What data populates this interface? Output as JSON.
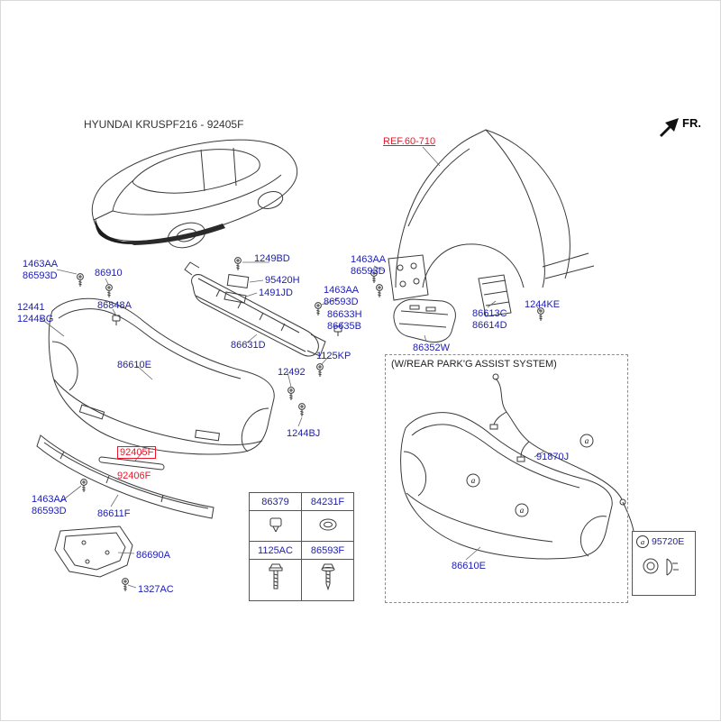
{
  "title": "HYUNDAI KRUSPF216 - 92405F",
  "direction": {
    "label": "FR."
  },
  "ref_callout": {
    "text": "REF.60-710"
  },
  "park_assist": {
    "title": "(W/REAR PARK'G ASSIST SYSTEM)"
  },
  "highlighted_part": {
    "line1": "92405F",
    "line2": "92406F"
  },
  "sensor_callout": {
    "marker": "a",
    "part": "95720E"
  },
  "labels": [
    {
      "text": "1463AA\n86593D"
    },
    {
      "text": "86910"
    },
    {
      "text": "12441\n1244BG"
    },
    {
      "text": "86848A"
    },
    {
      "text": "1249BD"
    },
    {
      "text": "95420H"
    },
    {
      "text": "1491JD"
    },
    {
      "text": "1463AA\n86593D"
    },
    {
      "text": "86633H\n86635B"
    },
    {
      "text": "86631D"
    },
    {
      "text": "1125KP"
    },
    {
      "text": "86610E"
    },
    {
      "text": "12492"
    },
    {
      "text": "1244BJ"
    },
    {
      "text": "1463AA\n86593D"
    },
    {
      "text": "86611F"
    },
    {
      "text": "86690A"
    },
    {
      "text": "1327AC"
    },
    {
      "text": "1463AA\n86593D"
    },
    {
      "text": "86613C\n86614D"
    },
    {
      "text": "1244KE"
    },
    {
      "text": "86352W"
    },
    {
      "text": "91870J"
    },
    {
      "text": "86610E"
    }
  ],
  "hardware_table": {
    "cells": [
      {
        "part": "86379",
        "icon": "retainer-clip"
      },
      {
        "part": "84231F",
        "icon": "grommet"
      },
      {
        "part": "1125AC",
        "icon": "bolt"
      },
      {
        "part": "86593F",
        "icon": "tapping-screw"
      }
    ]
  },
  "colors": {
    "label_blue": "#1c1cb4",
    "highlight_red": "#e8192c",
    "line": "#3a3a3a"
  }
}
